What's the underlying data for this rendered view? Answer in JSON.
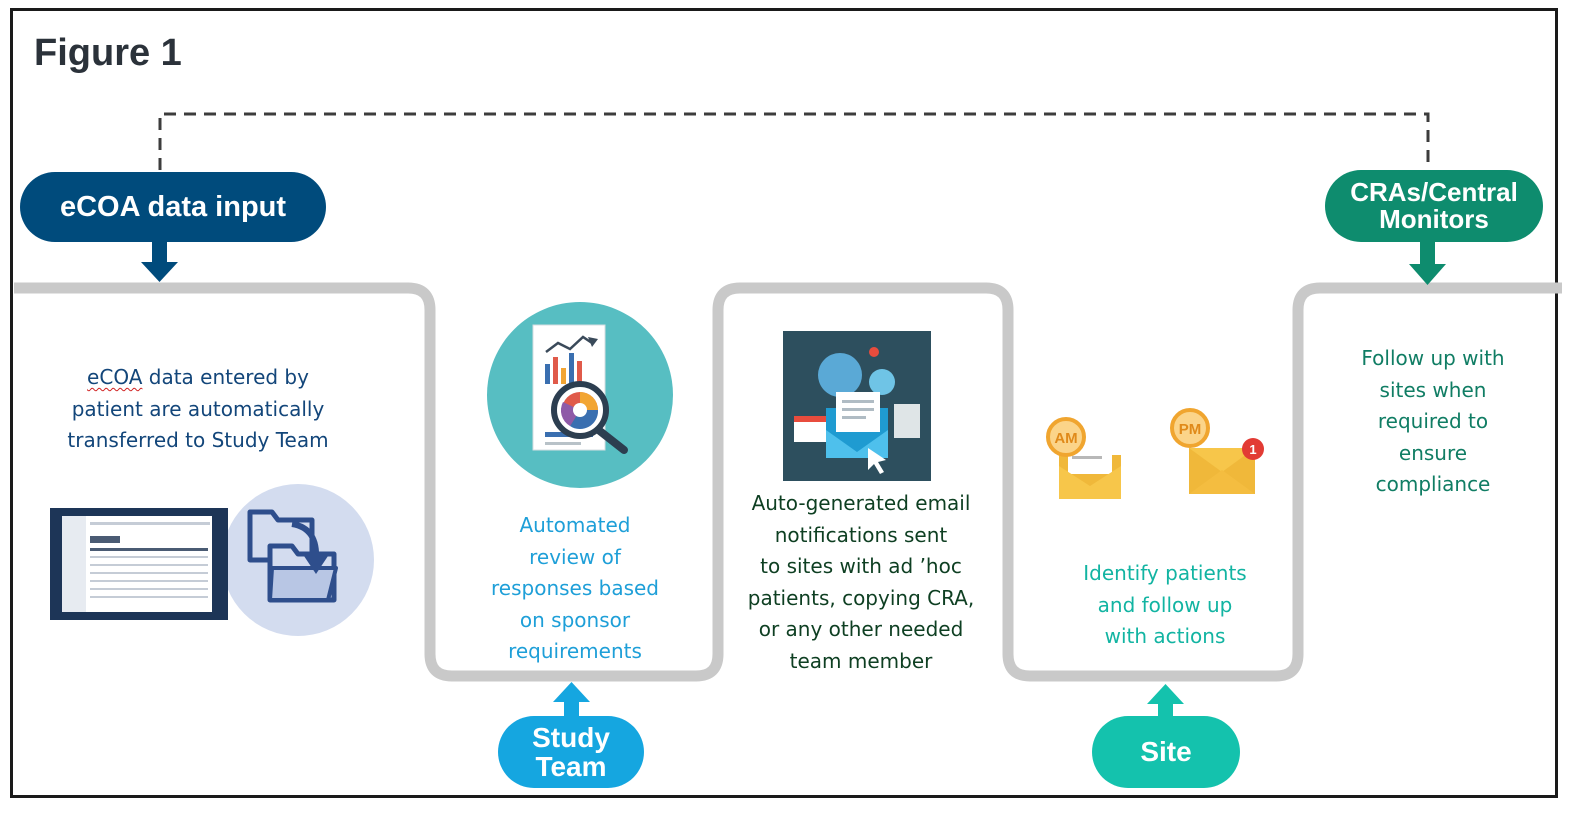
{
  "figure_title": "Figure 1",
  "colors": {
    "ecoa_pill": "#004b7c",
    "study_team_pill": "#15a6e0",
    "site_pill": "#14c2ad",
    "cra_pill": "#0e8c6e",
    "track_line": "#c9c9c9",
    "dashed_line": "#3c3c3c"
  },
  "nodes": {
    "ecoa_input": {
      "label": "eCOA data input"
    },
    "study_team": {
      "label_line1": "Study",
      "label_line2": "Team"
    },
    "site": {
      "label": "Site"
    },
    "cra_monitors": {
      "label_line1": "CRAs/Central",
      "label_line2": "Monitors"
    }
  },
  "steps": {
    "ecoa_entry": {
      "word_ecoa": "eCOA",
      "line1_rest": " data entered by",
      "line2": "patient are automatically",
      "line3": "transferred to Study Team",
      "icon": "dashboard-folder-transfer-icon"
    },
    "automated_review": {
      "lines": [
        "Automated",
        "review of",
        "responses based",
        "on sponsor",
        "requirements"
      ],
      "icon": "report-magnifier-icon"
    },
    "email_notifications": {
      "lines": [
        "Auto-generated email",
        "notifications sent",
        "to sites with ad ’hoc",
        "patients, copying CRA,",
        "or any other needed",
        "team member"
      ],
      "icon": "email-notification-icon"
    },
    "site_followup": {
      "lines": [
        "Identify patients",
        "and follow up",
        "with actions"
      ],
      "icon_am_label": "AM",
      "icon_pm_label": "PM",
      "notification_count": "1",
      "icon": "am-pm-envelope-icon"
    },
    "cra_followup": {
      "lines": [
        "Follow up with",
        "sites when",
        "required to",
        "ensure",
        "compliance"
      ]
    }
  }
}
